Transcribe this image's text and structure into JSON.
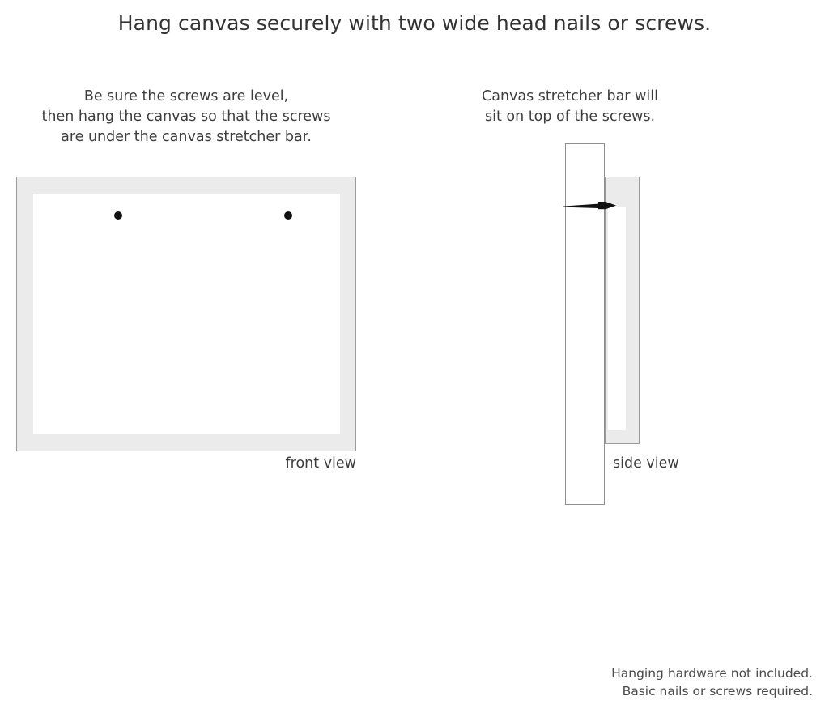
{
  "headline": "Hang canvas securely with two wide head nails or screws.",
  "front_panel": {
    "caption_lines": [
      "Be sure the screws are level,",
      "then hang the canvas so that the screws",
      "are under the canvas stretcher bar."
    ],
    "view_label": "front view",
    "screw_count": 2,
    "colors": {
      "frame_fill": "#ebebeb",
      "frame_border": "#9a9a9a",
      "canvas_fill": "#ffffff",
      "screw_dot": "#111111"
    }
  },
  "side_panel": {
    "caption_lines": [
      "Canvas stretcher bar will",
      "sit on top of the screws."
    ],
    "view_label": "side view",
    "colors": {
      "wall_fill": "#ffffff",
      "wall_border": "#8e8e8e",
      "canvas_fill": "#ebebeb",
      "canvas_border": "#9b9b9b",
      "stretcher_fill": "#ffffff",
      "screw": "#111111"
    }
  },
  "footer_lines": [
    "Hanging hardware not included.",
    "Basic nails or screws required."
  ]
}
